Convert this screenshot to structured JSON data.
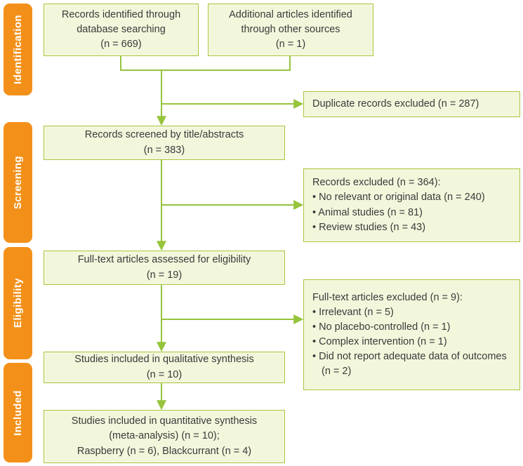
{
  "colors": {
    "stage_bg": "#F39019",
    "stage_text": "#FFFFFF",
    "box_bg": "#F2F7DC",
    "box_border": "#A8C63E",
    "arrow": "#96C43C",
    "text": "#3A3A3A"
  },
  "stages": [
    {
      "label": "Identification"
    },
    {
      "label": "Screening"
    },
    {
      "label": "Eligibility"
    },
    {
      "label": "Included"
    }
  ],
  "boxes": {
    "db_search": {
      "lines": [
        "Records identified through",
        "database searching",
        "(n = 669)"
      ]
    },
    "other_sources": {
      "lines": [
        "Additional articles identified",
        "through other sources",
        "(n = 1)"
      ]
    },
    "duplicates_excluded": {
      "text": "Duplicate records excluded (n = 287)"
    },
    "screened": {
      "lines": [
        "Records screened by title/abstracts",
        "(n = 383)"
      ]
    },
    "records_excluded": {
      "heading": "Records excluded (n = 364):",
      "items": [
        "• No relevant or original data (n = 240)",
        "• Animal studies (n = 81)",
        "• Review studies (n = 43)"
      ]
    },
    "fulltext_assessed": {
      "lines": [
        "Full-text articles assessed for eligibility",
        "(n = 19)"
      ]
    },
    "fulltext_excluded": {
      "heading": "Full-text articles excluded (n = 9):",
      "items": [
        "• Irrelevant (n = 5)",
        "• No placebo-controlled (n = 1)",
        "• Complex intervention (n = 1)",
        "• Did not report adequate data of outcomes (n = 2)"
      ]
    },
    "qualitative": {
      "lines": [
        "Studies included in qualitative synthesis",
        "(n = 10)"
      ]
    },
    "quantitative": {
      "lines": [
        "Studies included in quantitative synthesis",
        "(meta-analysis) (n = 10);",
        "Raspberry (n = 6), Blackcurrant (n = 4)"
      ]
    }
  }
}
